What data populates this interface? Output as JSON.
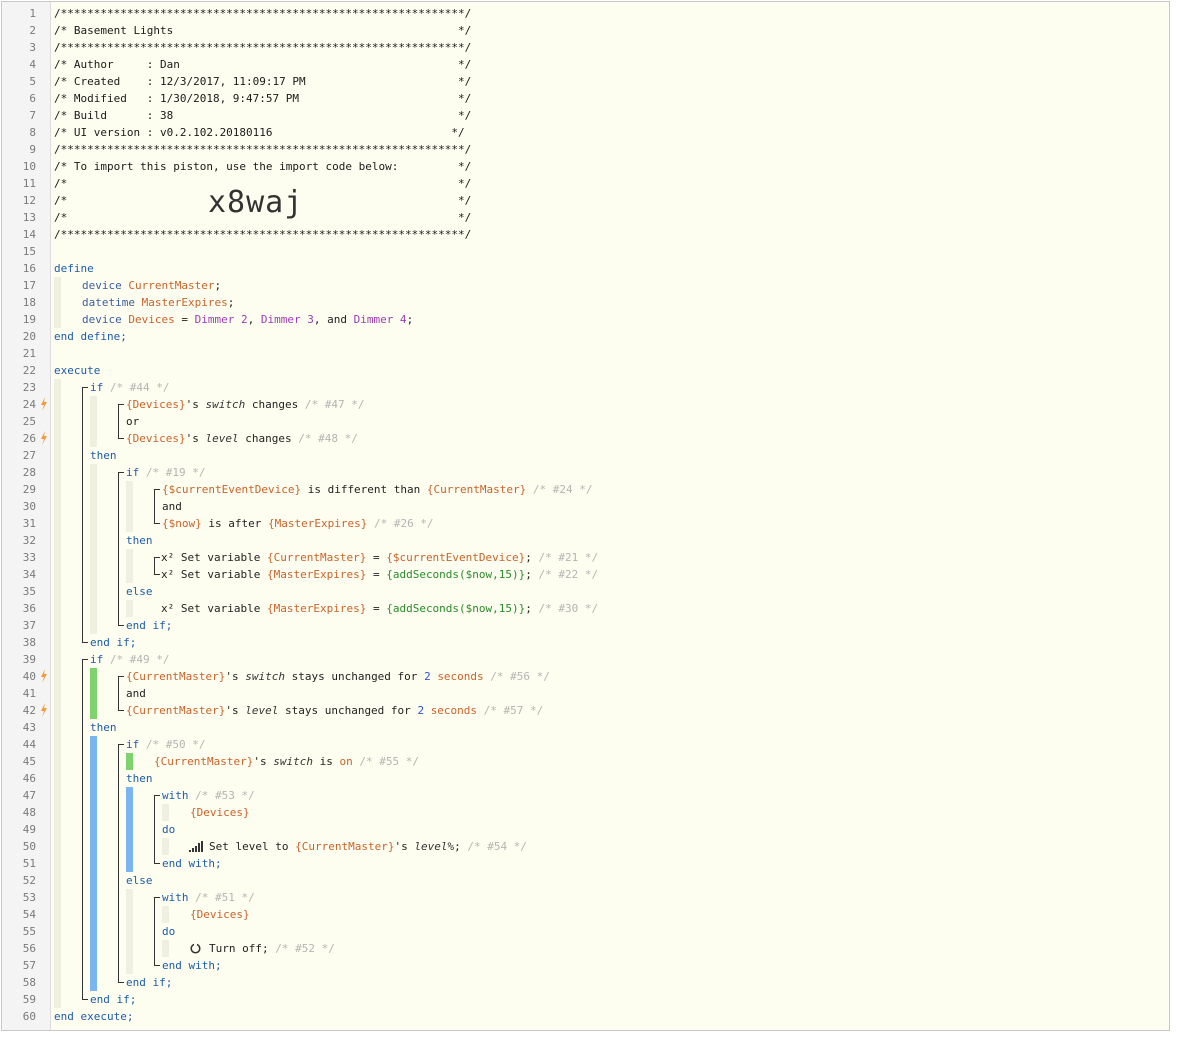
{
  "gutter": {
    "line_numbers": [
      "1",
      "2",
      "3",
      "4",
      "5",
      "6",
      "7",
      "8",
      "9",
      "10",
      "11",
      "12",
      "13",
      "14",
      "15",
      "16",
      "17",
      "18",
      "19",
      "20",
      "21",
      "22",
      "23",
      "24",
      "25",
      "26",
      "27",
      "28",
      "29",
      "30",
      "31",
      "32",
      "33",
      "34",
      "35",
      "36",
      "37",
      "38",
      "39",
      "40",
      "41",
      "42",
      "43",
      "44",
      "45",
      "46",
      "47",
      "48",
      "49",
      "50",
      "51",
      "52",
      "53",
      "54",
      "55",
      "56",
      "57",
      "58",
      "59",
      "60"
    ]
  },
  "header": {
    "border_line": "/*************************************************************/",
    "title_line": "/* Basement Lights                                           */",
    "author_line": "/* Author     : Dan                                          */",
    "created_line": "/* Created    : 12/3/2017, 11:09:17 PM                       */",
    "modified_line": "/* Modified   : 1/30/2018, 9:47:57 PM                        */",
    "build_line": "/* Build      : 38                                           */",
    "ui_version_line": "/* UI version : v0.2.102.20180116                           */",
    "import_intro_line": "/* To import this piston, use the import code below:         */",
    "blank_comment_line": "/*                                                           */",
    "import_code": "x8waj"
  },
  "code": {
    "define": "define",
    "device": "device",
    "datetime": "datetime",
    "var_current_master": "CurrentMaster",
    "var_master_expires": "MasterExpires",
    "var_devices": "Devices",
    "dimmer_2": "Dimmer 2",
    "dimmer_3": "Dimmer 3",
    "dimmer_4": "Dimmer 4",
    "and_kw": "and",
    "or_kw": "or",
    "end_define": "end define;",
    "execute": "execute",
    "if_kw": "if",
    "then_kw": "then",
    "else_kw": "else",
    "end_if": "end if;",
    "with_kw": "with",
    "do_kw": "do",
    "end_with": "end with;",
    "end_execute": "end execute;",
    "tag_44": "/* #44 */",
    "tag_47": "/* #47 */",
    "tag_48": "/* #48 */",
    "tag_19": "/* #19 */",
    "tag_24": "/* #24 */",
    "tag_26": "/* #26 */",
    "tag_21": "/* #21 */",
    "tag_22": "/* #22 */",
    "tag_30": "/* #30 */",
    "tag_49": "/* #49 */",
    "tag_56": "/* #56 */",
    "tag_57": "/* #57 */",
    "tag_50": "/* #50 */",
    "tag_55": "/* #55 */",
    "tag_53": "/* #53 */",
    "tag_54": "/* #54 */",
    "tag_51": "/* #51 */",
    "tag_52": "/* #52 */",
    "devices_ref": "{Devices}",
    "current_master_ref": "{CurrentMaster}",
    "master_expires_ref": "{MasterExpires}",
    "current_event_device_ref": "{$currentEventDevice}",
    "now_ref": "{$now}",
    "add_seconds_expr": "{addSeconds($now,15)}",
    "possessive": "'s",
    "switch_attr": "switch",
    "level_attr": "level",
    "level_pct_attr": "level%",
    "changes": "changes",
    "is_different_than": "is different than",
    "is_after": "is after",
    "set_variable": "Set variable",
    "x2": "x²",
    "stays_unchanged_for": "stays unchanged for",
    "two": "2",
    "seconds": "seconds",
    "is_kw": "is",
    "on_val": "on",
    "set_level_to": "Set level to",
    "turn_off": "Turn off;"
  },
  "colors": {
    "bolt": "#f39c3a",
    "green_bar": "#7fd36e",
    "blue_bar": "#7ab5ef"
  }
}
